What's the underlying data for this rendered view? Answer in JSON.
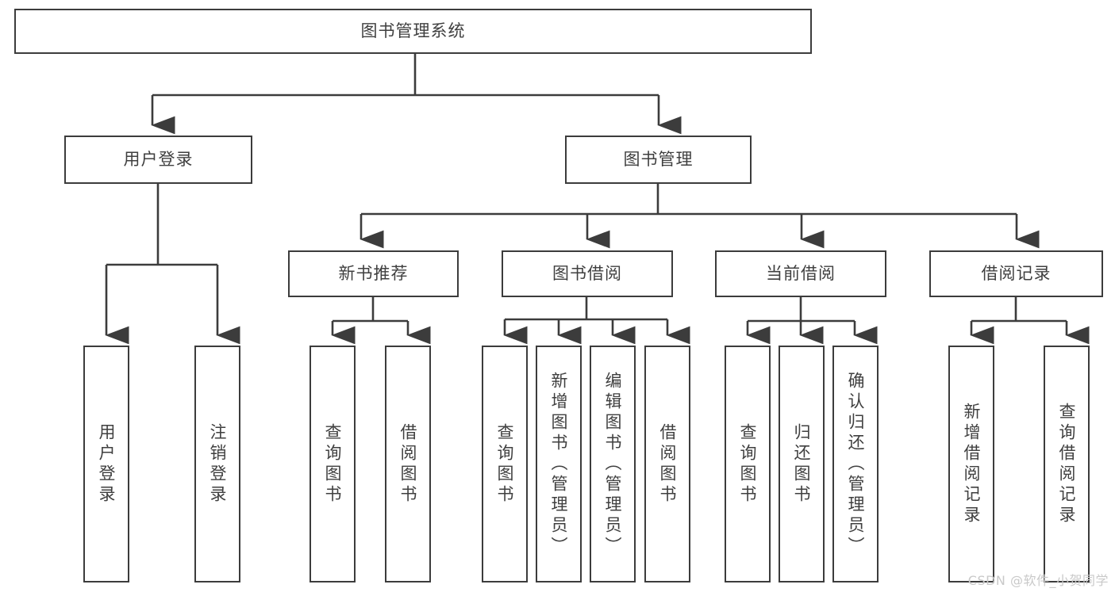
{
  "diagram": {
    "type": "tree",
    "title": "图书管理系统",
    "root": {
      "label": "图书管理系统"
    },
    "level1": [
      {
        "label": "用户登录"
      },
      {
        "label": "图书管理"
      }
    ],
    "level2": [
      {
        "label": "新书推荐"
      },
      {
        "label": "图书借阅"
      },
      {
        "label": "当前借阅"
      },
      {
        "label": "借阅记录"
      }
    ],
    "leaves": {
      "user_login": [
        {
          "label": "用户登录"
        },
        {
          "label": "注销登录"
        }
      ],
      "new_book_recommend": [
        {
          "label": "查询图书"
        },
        {
          "label": "借阅图书"
        }
      ],
      "book_borrow": [
        {
          "label": "查询图书"
        },
        {
          "label": "新增图书（管理员）"
        },
        {
          "label": "编辑图书（管理员）"
        },
        {
          "label": "借阅图书"
        }
      ],
      "current_borrow": [
        {
          "label": "查询图书"
        },
        {
          "label": "归还图书"
        },
        {
          "label": "确认归还（管理员）"
        }
      ],
      "borrow_record": [
        {
          "label": "新增借阅记录"
        },
        {
          "label": "查询借阅记录"
        }
      ]
    }
  },
  "watermark": {
    "text": "CSDN @软件_小贺同学"
  },
  "colors": {
    "border": "#3c3c3c",
    "text": "#3f3f3f",
    "background": "#ffffff",
    "watermark": "#c9c9c9"
  }
}
